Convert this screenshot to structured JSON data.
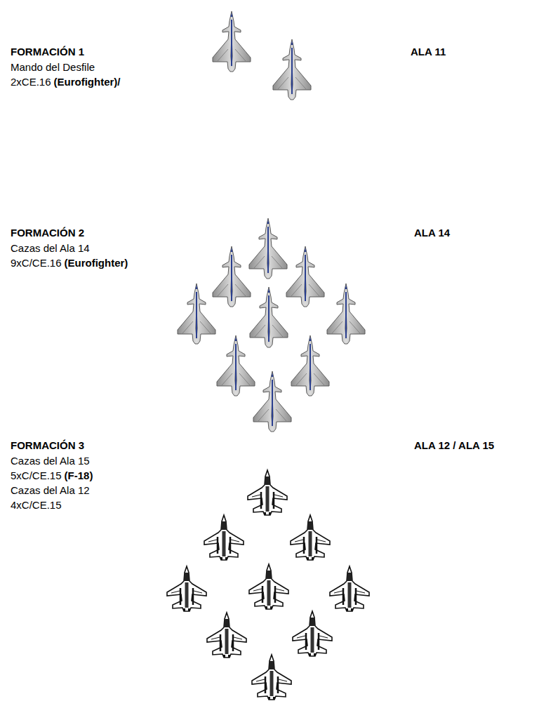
{
  "diagram": {
    "labels": [
      "FORMACIÓN 1",
      "Mando del Desfile",
      "2xCE.16",
      "(Eurofighter)/",
      "ALA 11",
      "FORMACIÓN 2",
      "Cazas del Ala 14",
      "9xC/CE.16",
      "(Eurofighter)",
      "ALA 14",
      "FORMACIÓN 3",
      "Cazas del Ala 15",
      "5xC/CE.15",
      "(F-18)",
      "Cazas del Ala 12",
      "4xC/CE.15",
      "ALA 12 / ALA 15"
    ]
  }
}
